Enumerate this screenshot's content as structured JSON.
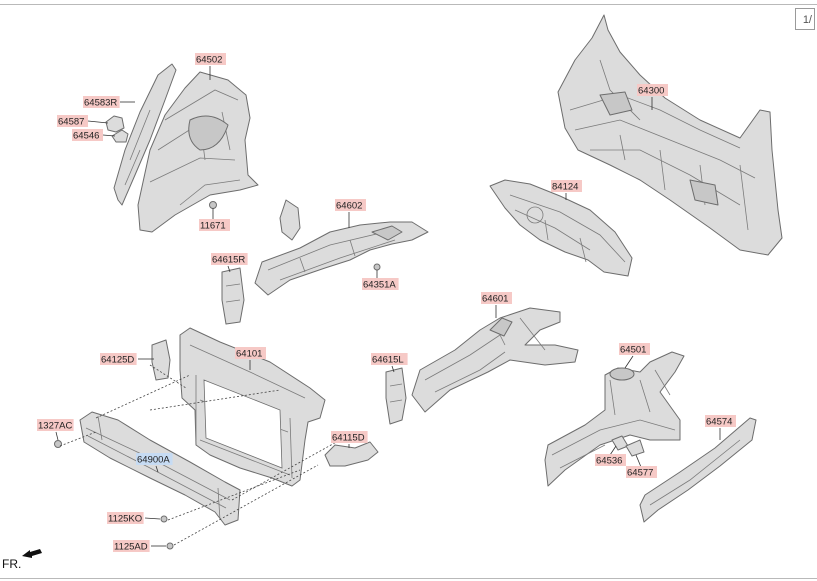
{
  "page_indicator": "1/",
  "direction_label": "FR.",
  "callouts": [
    {
      "id": "64502",
      "selected": false
    },
    {
      "id": "64583R",
      "selected": false
    },
    {
      "id": "64587",
      "selected": false
    },
    {
      "id": "64546",
      "selected": false
    },
    {
      "id": "11671",
      "selected": false
    },
    {
      "id": "64602",
      "selected": false
    },
    {
      "id": "64615R",
      "selected": false
    },
    {
      "id": "64351A",
      "selected": false
    },
    {
      "id": "64300",
      "selected": false
    },
    {
      "id": "84124",
      "selected": false
    },
    {
      "id": "64601",
      "selected": false
    },
    {
      "id": "64615L",
      "selected": false
    },
    {
      "id": "64125D",
      "selected": false
    },
    {
      "id": "64101",
      "selected": false
    },
    {
      "id": "1327AC",
      "selected": false
    },
    {
      "id": "64900A",
      "selected": true
    },
    {
      "id": "64115D",
      "selected": false
    },
    {
      "id": "1125KO",
      "selected": false
    },
    {
      "id": "1125AD",
      "selected": false
    },
    {
      "id": "64501",
      "selected": false
    },
    {
      "id": "64574",
      "selected": false
    },
    {
      "id": "64536",
      "selected": false
    },
    {
      "id": "64577",
      "selected": false
    }
  ]
}
